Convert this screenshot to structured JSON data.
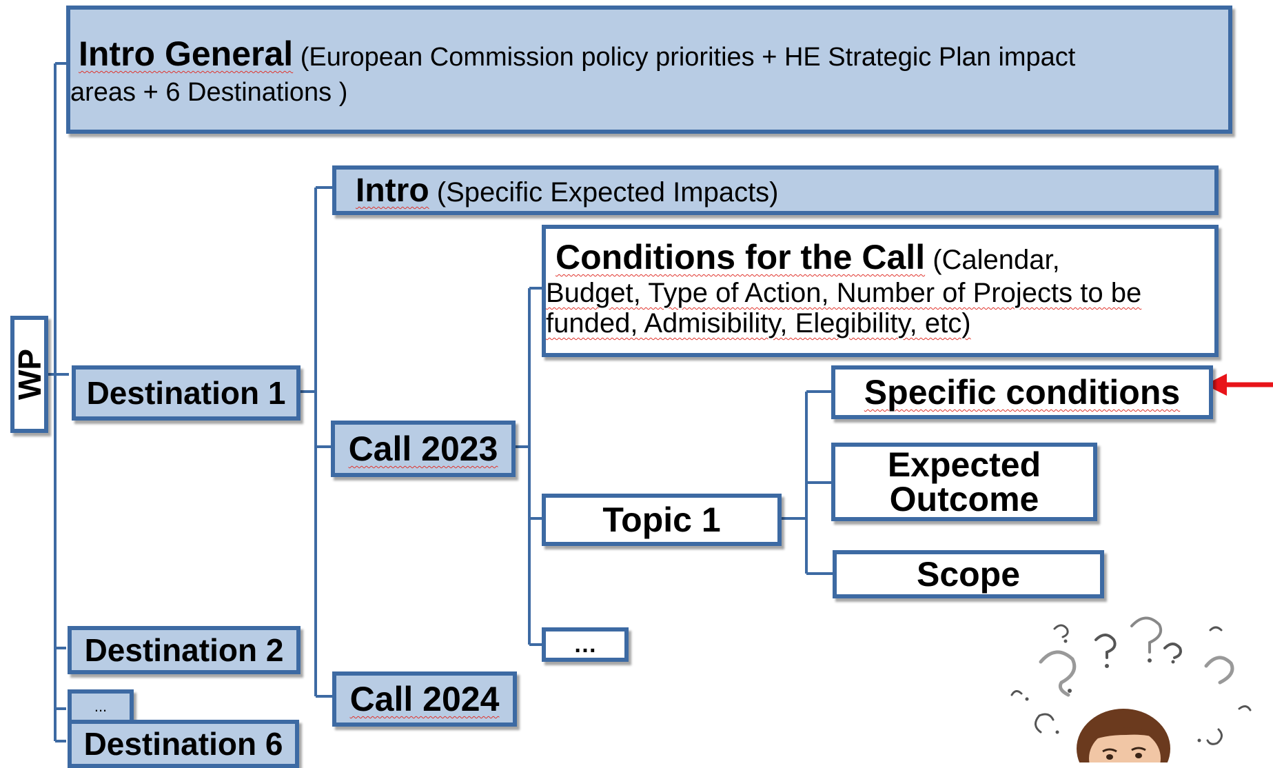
{
  "wp": {
    "label": "WP"
  },
  "intro_general": {
    "title": "Intro General",
    "detail_line1": " (European Commission policy priorities + HE Strategic Plan impact",
    "detail_line2": "areas + 6 Destinations )"
  },
  "destinations": {
    "d1": "Destination 1",
    "d2": "Destination 2",
    "ellipsis": "...",
    "d6": "Destination 6"
  },
  "intro": {
    "title": "Intro",
    "detail": " (Specific Expected Impacts)"
  },
  "calls": {
    "c2023": "Call 2023",
    "c2024": "Call 2024"
  },
  "conditions": {
    "title": "Conditions for the Call",
    "detail1": " (Calendar,",
    "detail2": "Budget, Type of Action, Number of Projects to be",
    "detail3": "funded, Admisibility, Elegibility, etc)"
  },
  "topic": {
    "label": "Topic 1",
    "more": "…"
  },
  "topic_parts": {
    "specific": "Specific conditions",
    "expected1": "Expected",
    "expected2": "Outcome",
    "scope": "Scope"
  },
  "colors": {
    "box_border": "#3d6aa3",
    "box_fill": "#b8cce4",
    "arrow": "#e8141a",
    "squiggle": "#e0322b"
  },
  "decorations": {
    "arrow": "red-arrow-pointing-left",
    "illustration": "person-thinking-with-question-marks"
  }
}
